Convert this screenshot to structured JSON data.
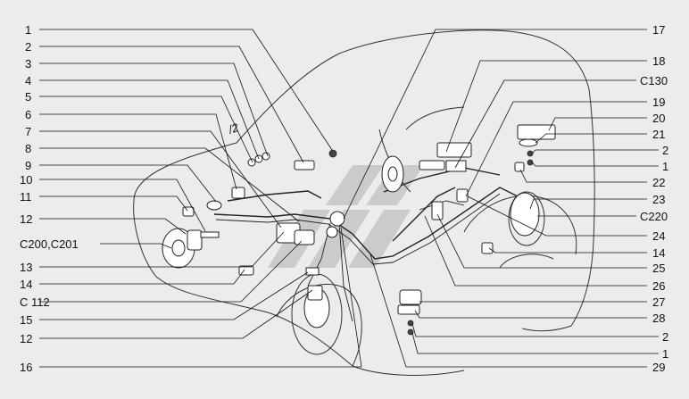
{
  "callouts_left": [
    "1",
    "2",
    "3",
    "4",
    "5",
    "6",
    "7",
    "8",
    "9",
    "10",
    "11",
    "12",
    "C200,C201",
    "13",
    "14",
    "C 112",
    "15",
    "12",
    "16"
  ],
  "callouts_right": [
    "17",
    "18",
    "C130",
    "19",
    "20",
    "21",
    "2",
    "1",
    "22",
    "23",
    "C220",
    "24",
    "14",
    "25",
    "26",
    "27",
    "28",
    "2",
    "1",
    "29"
  ],
  "watermark_color": "#b5b5b5",
  "line_color": "#222222"
}
